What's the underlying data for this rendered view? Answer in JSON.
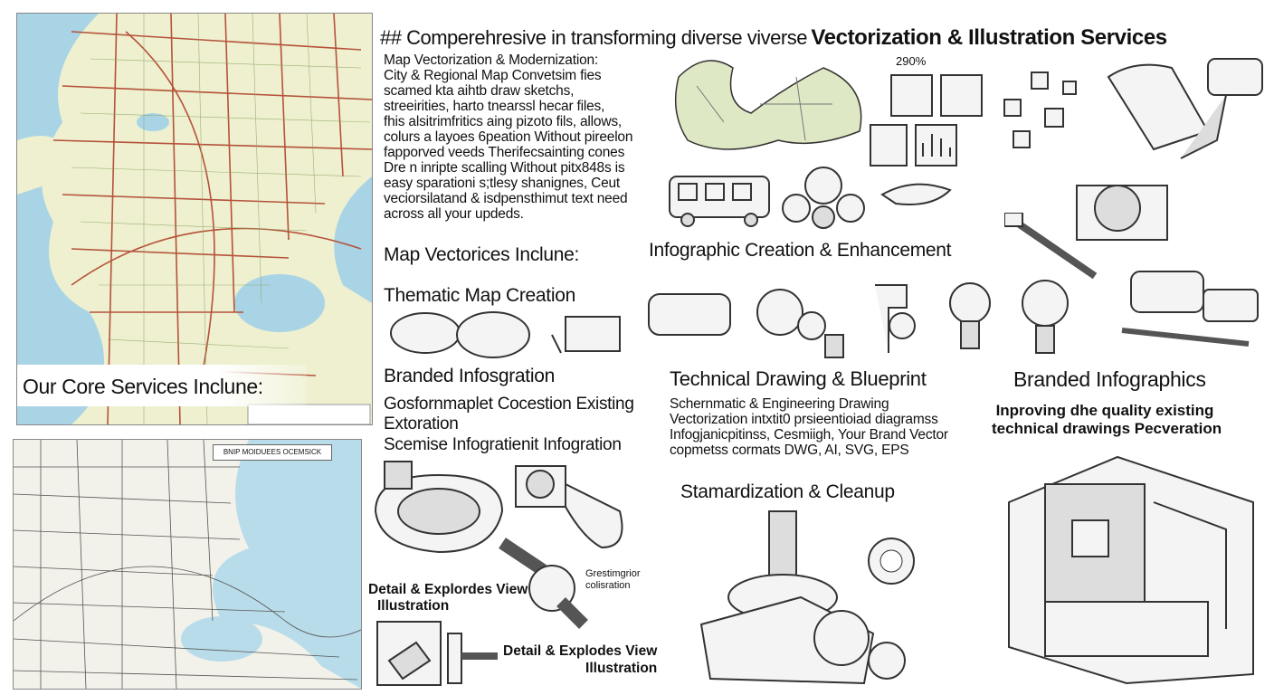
{
  "header": {
    "prefix": "## Comperehresive in transforming diverse viverse",
    "title": "Vectorization & Illustration Services"
  },
  "intro": {
    "heading": "Map Vectorization & Modernization:",
    "lines": [
      "City & Regional Map Convetsim fies",
      "scamed kta aihtb draw sketchs,",
      "streeirities, harto tnearssl hecar files,",
      "fhis alsitrimfritics aing pizoto fils, allows,",
      "colurs a layoes 6peation Without pireelon",
      "fapporved veeds Therifecsainting cones",
      "Dre n inripte scalling Without pitx848s is",
      "easy sparationi s;tlesy shanignes, Ceut",
      "veciorsilatand & isdpensthimut text need",
      "across all your updeds."
    ]
  },
  "map_top": {
    "overlay_label": "Our Core Services Inclune:"
  },
  "map_bottom": {
    "title_box": "BNIP MOIDUEES OCEMSICK"
  },
  "left_column": {
    "map_vectorices": "Map Vectorices Inclune:",
    "thematic": "Thematic Map Creation",
    "branded_infosgration": "Branded Infosgration",
    "gosforn_line1": "Gosfornmaplet Cocestion Existing",
    "gosforn_line2": "Extoration",
    "scemise": "Scemise Infogratienit Infogration",
    "detail1_line1": "Detail & Explordes View",
    "detail1_line2": "Illustration",
    "callout_line1": "Grestimgrior",
    "callout_line2": "colisration",
    "detail2_line1": "Detail & Explodes View",
    "detail2_line2": "Illustration"
  },
  "middle_column": {
    "percent": "290%",
    "infographic": "Infographic Creation & Enhancement",
    "technical": "Technical Drawing & Blueprint",
    "tech_lines": [
      "Schernmatic & Engineering Drawing",
      "Vectorization intxtit0 prsieentioiad diagramss",
      "Infogjanicpitinss, Cesmiigh, Your Brand Vector",
      "copmetss cormats  DWG, AI, SVG, EPS"
    ],
    "standardization": "Stamardization & Cleanup"
  },
  "right_column": {
    "branded": "Branded Infographics",
    "improving_line1": "Inproving dhe quality existing",
    "improving_line2": "technical drawings Pecveration"
  },
  "colors": {
    "water": "#a9d4e6",
    "land": "#eef0cf",
    "roads": "#b5523a"
  }
}
